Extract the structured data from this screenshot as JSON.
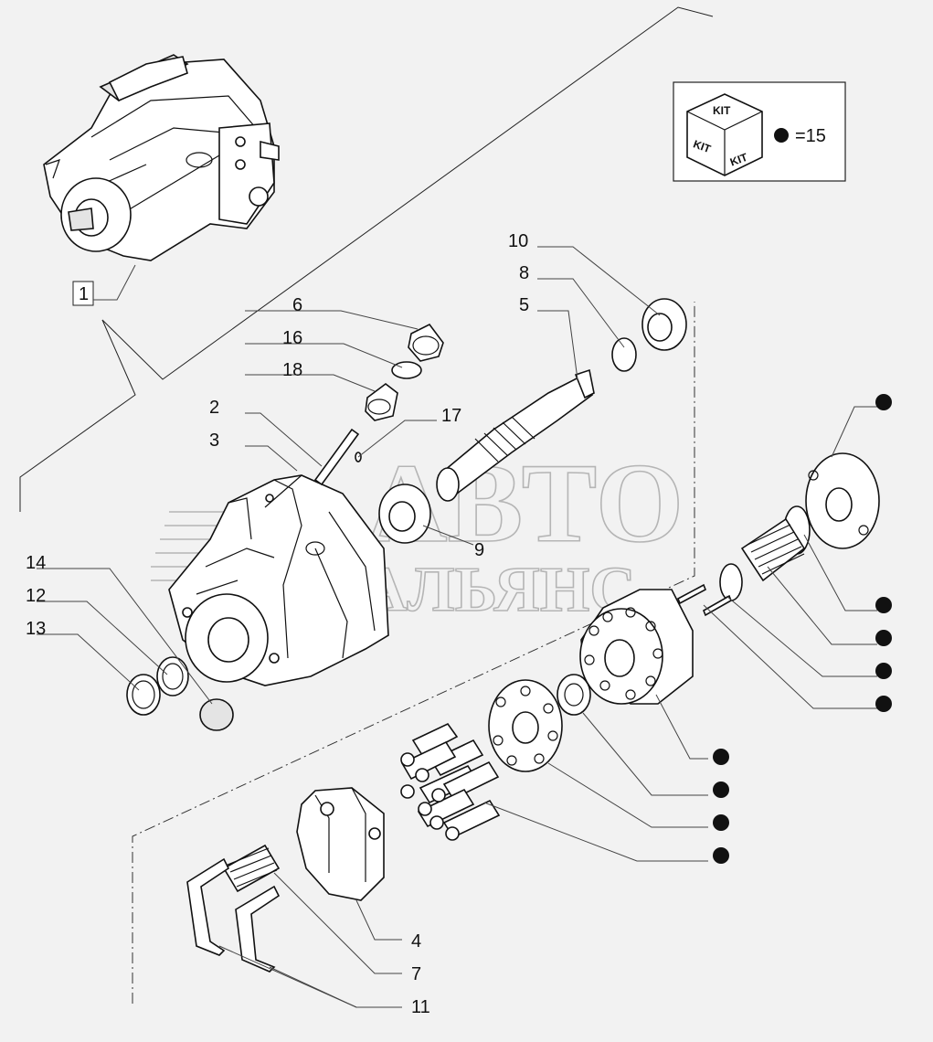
{
  "legend": {
    "kit_top": "KIT",
    "kit_left": "KIT",
    "kit_right": "KIT",
    "kit_value": "=15"
  },
  "watermark": {
    "line1": "АВТО",
    "line2": "АЛЬЯНС"
  },
  "callouts": {
    "c1": "1",
    "c2": "2",
    "c3": "3",
    "c4": "4",
    "c5": "5",
    "c6": "6",
    "c7": "7",
    "c8": "8",
    "c9": "9",
    "c10": "10",
    "c11": "11",
    "c12": "12",
    "c13": "13",
    "c14": "14",
    "c16": "16",
    "c17": "17",
    "c18": "18"
  }
}
